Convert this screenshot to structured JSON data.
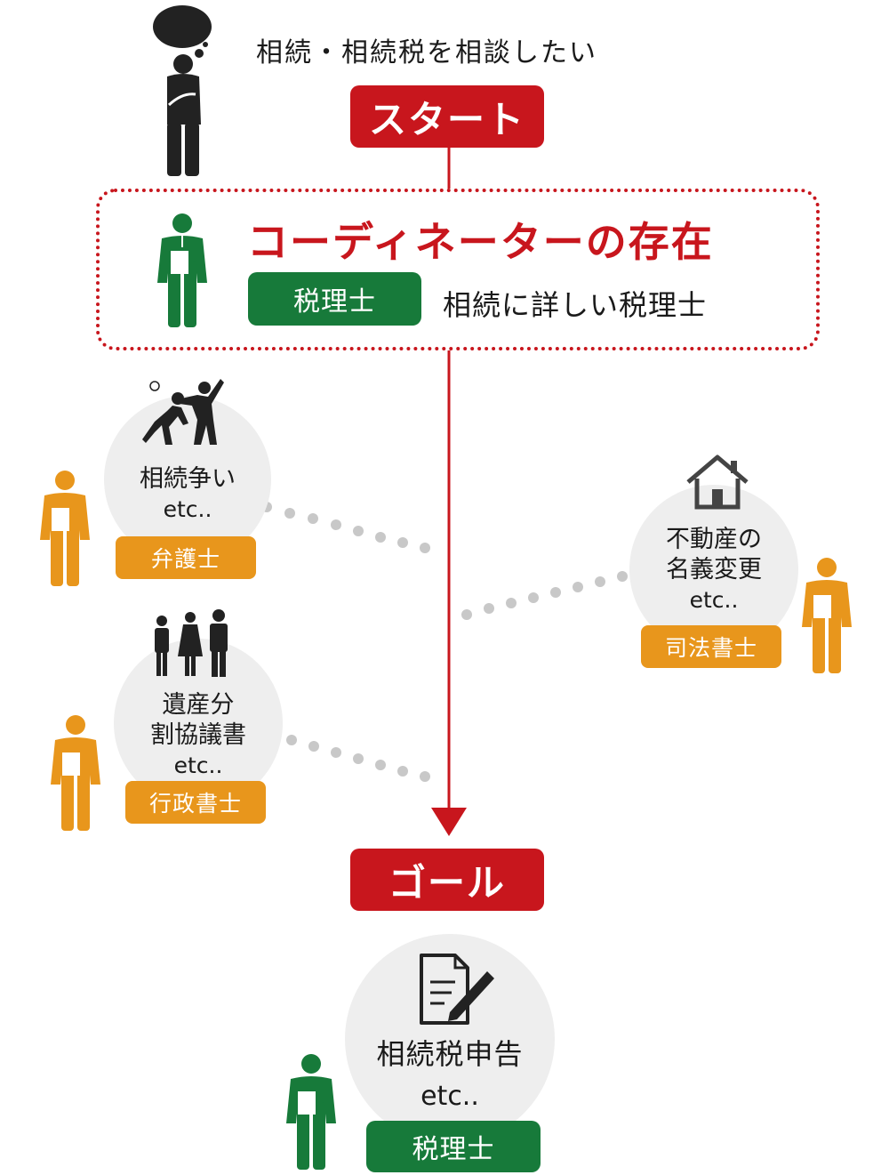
{
  "question": "相続・相続税を相談したい",
  "start_label": "スタート",
  "coordinator": {
    "title": "コーディネーターの存在",
    "tag": "税理士",
    "description": "相続に詳しい税理士"
  },
  "branches": [
    {
      "text_lines": [
        "相続争い"
      ],
      "etc": "etc..",
      "tag": "弁護士",
      "icon": "fighting-people-icon"
    },
    {
      "text_lines": [
        "遺産分",
        "割協議書"
      ],
      "etc": "etc..",
      "tag": "行政書士",
      "icon": "family-icon"
    },
    {
      "text_lines": [
        "不動産の",
        "名義変更"
      ],
      "etc": "etc..",
      "tag": "司法書士",
      "icon": "house-icon"
    }
  ],
  "goal_label": "ゴール",
  "goal": {
    "text": "相続税申告",
    "etc": "etc..",
    "tag": "税理士",
    "icon": "document-pen-icon"
  },
  "colors": {
    "red": "#c8161d",
    "green": "#177a3a",
    "orange": "#e8961c",
    "dark": "#222222",
    "circle": "#eeeeee",
    "dots": "#c8c8c8"
  }
}
